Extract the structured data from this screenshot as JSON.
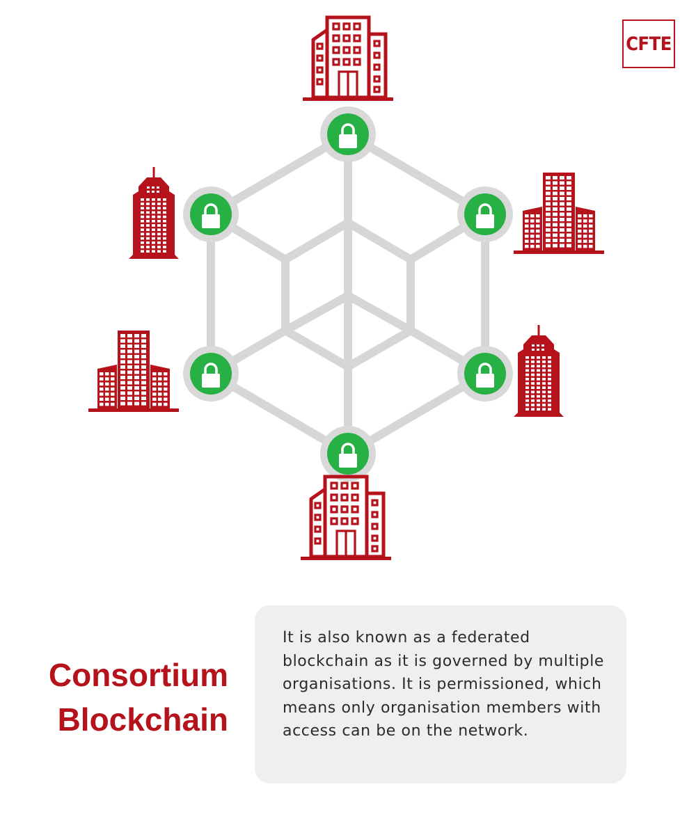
{
  "logo": {
    "text": "CFTE"
  },
  "title": {
    "line1": "Consortium",
    "line2": "Blockchain"
  },
  "description": "It is also known as a federated blockchain as it is governed by multiple organisations. It is permissioned, which means only organisation members with access can be on the network.",
  "colors": {
    "brand_red": "#b5121b",
    "node_green": "#27b044",
    "node_ring": "#d9d9d9",
    "edge_gray": "#d6d6d6",
    "box_gray": "#efefef"
  },
  "diagram": {
    "nodes": [
      {
        "icon": "lock-icon",
        "organisation_icon": "office-building-icon"
      },
      {
        "icon": "lock-icon",
        "organisation_icon": "city-buildings-icon"
      },
      {
        "icon": "lock-icon",
        "organisation_icon": "skyscraper-icon"
      },
      {
        "icon": "lock-icon",
        "organisation_icon": "office-building-icon"
      },
      {
        "icon": "lock-icon",
        "organisation_icon": "city-buildings-icon"
      },
      {
        "icon": "lock-icon",
        "organisation_icon": "skyscraper-icon"
      }
    ]
  }
}
